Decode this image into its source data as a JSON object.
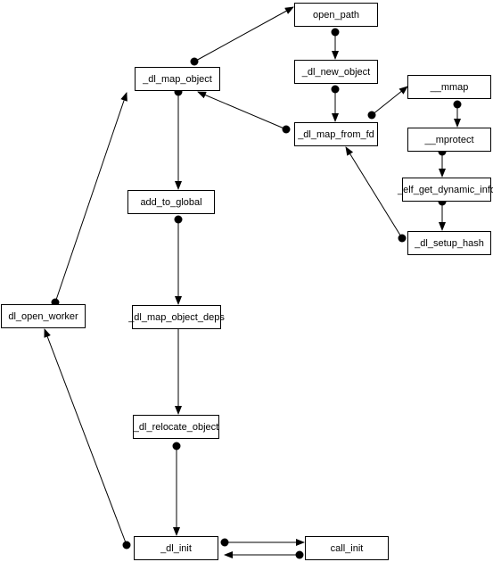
{
  "diagram": {
    "nodes": {
      "open_path": "open_path",
      "dl_map_object": "_dl_map_object",
      "dl_new_object": "_dl_new_object",
      "mmap": "__mmap",
      "dl_map_from_fd": "_dl_map_from_fd",
      "mprotect": "__mprotect",
      "elf_get_dynamic_info": "_elf_get_dynamic_info",
      "add_to_global": "add_to_global",
      "dl_setup_hash": "_dl_setup_hash",
      "dl_open_worker": "dl_open_worker",
      "dl_map_object_deps": "_dl_map_object_deps",
      "dl_relocate_object": "_dl_relocate_object",
      "dl_init": "_dl_init",
      "call_init": "call_init"
    },
    "edges": [
      {
        "from": "dl_map_object",
        "to": "open_path"
      },
      {
        "from": "open_path",
        "to": "dl_new_object"
      },
      {
        "from": "dl_new_object",
        "to": "dl_map_from_fd"
      },
      {
        "from": "dl_map_from_fd",
        "to": "dl_map_object"
      },
      {
        "from": "dl_map_from_fd",
        "to": "mmap"
      },
      {
        "from": "mmap",
        "to": "mprotect"
      },
      {
        "from": "mprotect",
        "to": "elf_get_dynamic_info"
      },
      {
        "from": "elf_get_dynamic_info",
        "to": "dl_setup_hash"
      },
      {
        "from": "dl_setup_hash",
        "to": "dl_map_from_fd"
      },
      {
        "from": "dl_map_object",
        "to": "add_to_global"
      },
      {
        "from": "add_to_global",
        "to": "dl_map_object_deps"
      },
      {
        "from": "dl_map_object_deps",
        "to": "dl_relocate_object"
      },
      {
        "from": "dl_relocate_object",
        "to": "dl_init"
      },
      {
        "from": "dl_init",
        "to": "call_init"
      },
      {
        "from": "call_init",
        "to": "dl_init"
      },
      {
        "from": "dl_open_worker",
        "to": "dl_map_object"
      },
      {
        "from": "dl_init",
        "to": "dl_open_worker"
      }
    ]
  }
}
